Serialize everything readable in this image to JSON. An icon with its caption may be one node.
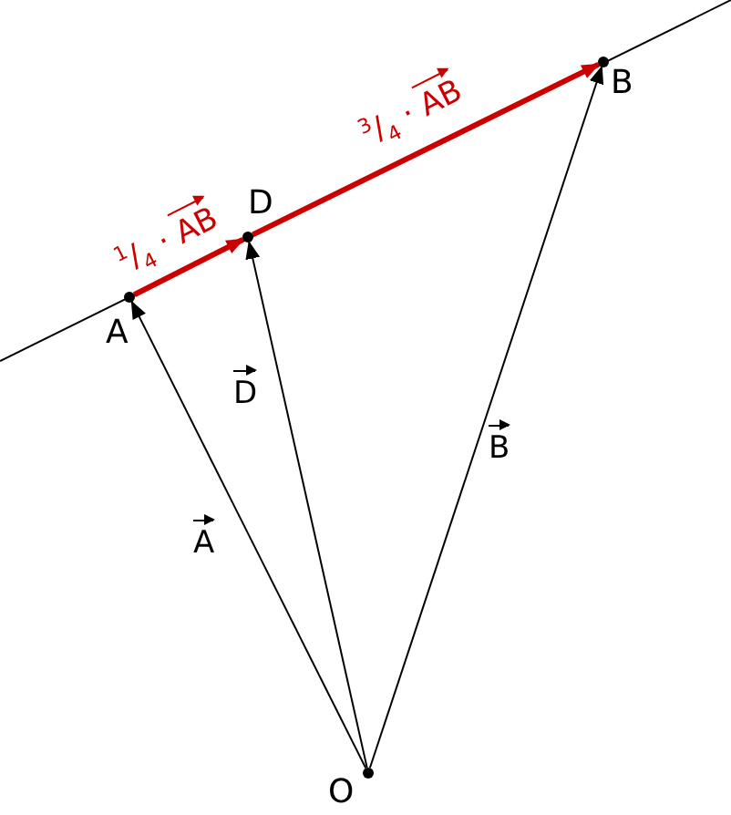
{
  "diagram": {
    "nodes": [
      {
        "text": [
          "A"
        ]
      },
      {
        "text": [
          "D"
        ]
      },
      {
        "text": [
          "B"
        ]
      },
      {
        "text": [
          "O"
        ]
      }
    ],
    "edges": [
      {
        "from": 3,
        "to": 0,
        "arrow": "to",
        "label": "A"
      },
      {
        "from": 3,
        "to": 1,
        "arrow": "to",
        "label": "D"
      },
      {
        "from": 3,
        "to": 2,
        "arrow": "to",
        "label": "B"
      },
      {
        "from": 0,
        "to": 1,
        "arrow": "to",
        "label": "$^{1}$/$_{4}$ · AB",
        "style": "thick",
        "color": "#cc0000"
      },
      {
        "from": 1,
        "to": 2,
        "arrow": "to",
        "label": "$^{3}$/$_{4}$ · AB",
        "style": "thick",
        "color": "#cc0000"
      }
    ]
  }
}
